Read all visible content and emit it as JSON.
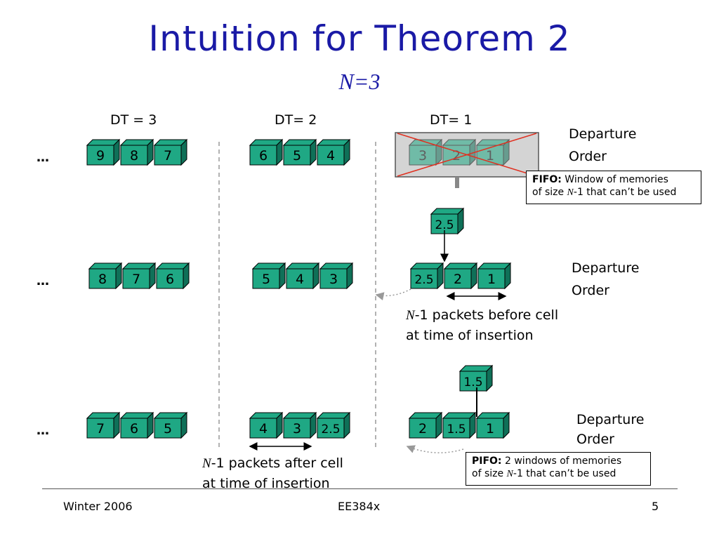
{
  "title": "Intuition for Theorem 2",
  "subtitle": "N=3",
  "columns": [
    "DT = 3",
    "DT= 2",
    "DT= 1"
  ],
  "ellipsis": "…",
  "departure_order": "Departure Order",
  "departure_line1": "Departure",
  "departure_line2": "Order",
  "rows": [
    {
      "cells": [
        "9",
        "8",
        "7",
        "6",
        "5",
        "4",
        "3",
        "2",
        "1"
      ],
      "window": "crossed"
    },
    {
      "cells": [
        "8",
        "7",
        "6",
        "5",
        "4",
        "3",
        "2.5",
        "2",
        "1"
      ],
      "inserted": "2.5"
    },
    {
      "cells": [
        "7",
        "6",
        "5",
        "4",
        "3",
        "2.5",
        "2",
        "1.5",
        "1"
      ],
      "inserted": "1.5"
    }
  ],
  "fifo_callout": {
    "bold": "FIFO:",
    "text1": "Window of memories",
    "text2a": "of  size ",
    "var": "N",
    "text2b": "-1 that can’t be used"
  },
  "pifo_callout": {
    "bold": "PIFO:",
    "text1": "2 windows of memories",
    "text2a": "of size ",
    "var": "N",
    "text2b": "-1 that can’t be used"
  },
  "note_before": {
    "var": "N",
    "rest1": "-1 packets before cell",
    "rest2": "at time of insertion"
  },
  "note_after": {
    "var": "N",
    "rest1": "-1 packets after cell",
    "rest2": "at time of insertion"
  },
  "footer": {
    "left": "Winter 2006",
    "center": "EE384x",
    "right": "5"
  },
  "colors": {
    "title": "#1a1aa6",
    "cell_fill": "#1fa884",
    "cell_dark": "#0f7058",
    "window_fill": "#d4d4d4",
    "cross": "#e03020"
  }
}
